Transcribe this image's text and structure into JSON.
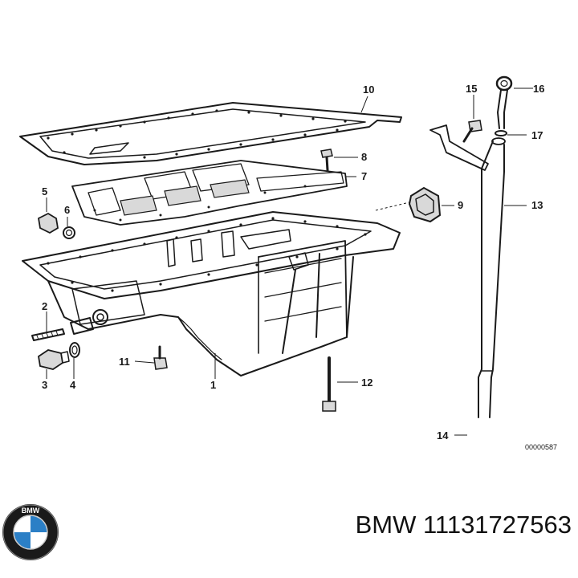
{
  "callouts": [
    "10",
    "16",
    "15",
    "17",
    "8",
    "7",
    "5",
    "6",
    "9",
    "13",
    "2",
    "11",
    "1",
    "12",
    "3",
    "4",
    "14"
  ],
  "diagram_code": "00000587",
  "brand_mark": "BMW",
  "part_number_caption": "BMW 11131727563"
}
